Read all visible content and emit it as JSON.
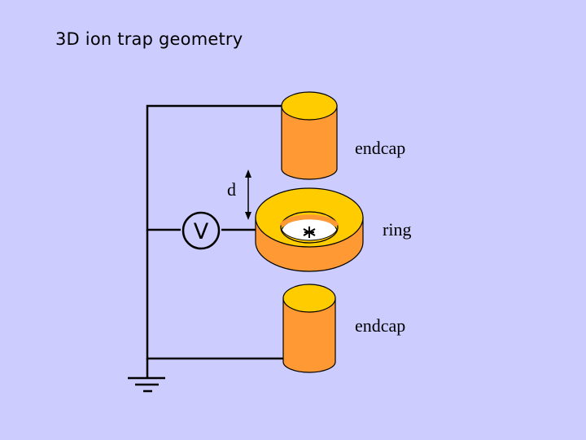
{
  "title": "3D ion trap geometry",
  "labels": {
    "top_electrode": "endcap",
    "bottom_electrode": "endcap",
    "ring_electrode": "ring",
    "distance": "d",
    "voltage_source": "V"
  },
  "colors": {
    "background": "#ccccff",
    "electrode_top_face": "#ffcc00",
    "electrode_body": "#ff9933",
    "ring_hole": "#ffffff",
    "wire": "#000000",
    "ion": "#000000"
  },
  "icons": [
    "ground-icon",
    "voltage-source-icon",
    "ion-icon",
    "double-arrow-icon"
  ]
}
